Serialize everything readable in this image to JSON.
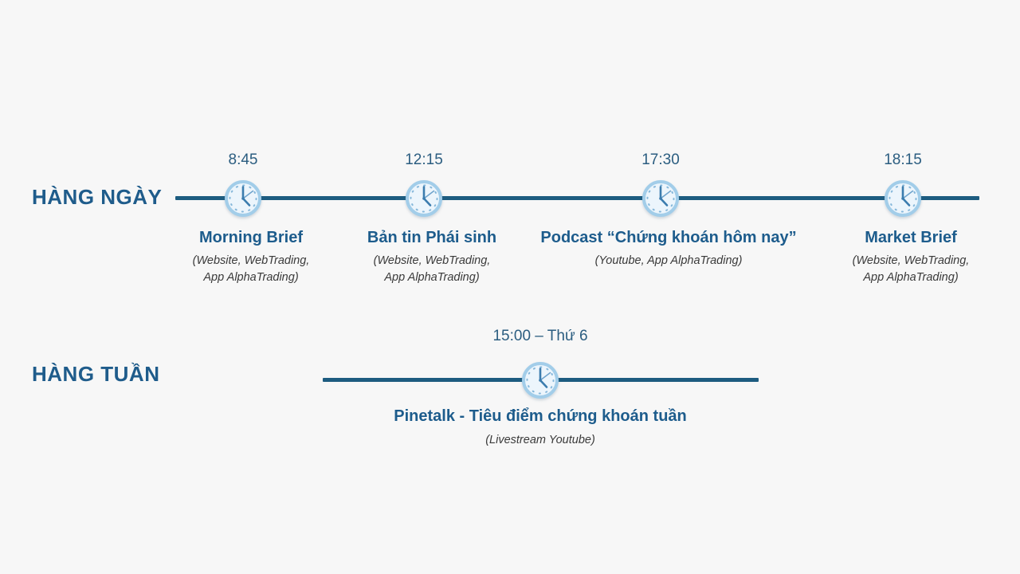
{
  "page": {
    "background_color": "#f7f7f7",
    "accent_color": "#1f5c8b",
    "line_color": "#1d5c80",
    "clock_ring_color": "#a2cde9",
    "clock_face_color": "#ecf5fc",
    "clock_hand_color": "#3b7cae",
    "subtitle_color": "#3a3a3a"
  },
  "daily": {
    "label": "HÀNG NGÀY",
    "events": [
      {
        "time": "8:45",
        "title": "Morning Brief",
        "platform_line1": "(Website, WebTrading,",
        "platform_line2": "App AlphaTrading)"
      },
      {
        "time": "12:15",
        "title": "Bản tin Phái sinh",
        "platform_line1": "(Website, WebTrading,",
        "platform_line2": "App AlphaTrading)"
      },
      {
        "time": "17:30",
        "title": "Podcast “Chứng khoán hôm nay”",
        "platform_line1": "(Youtube, App AlphaTrading)",
        "platform_line2": ""
      },
      {
        "time": "18:15",
        "title": "Market Brief",
        "platform_line1": "(Website, WebTrading,",
        "platform_line2": "App AlphaTrading)"
      }
    ]
  },
  "weekly": {
    "label": "HÀNG TUẦN",
    "events": [
      {
        "time": "15:00 – Thứ 6",
        "title": "Pinetalk - Tiêu điểm chứng khoán tuần",
        "platform_line1": "(Livestream Youtube)",
        "platform_line2": ""
      }
    ]
  }
}
